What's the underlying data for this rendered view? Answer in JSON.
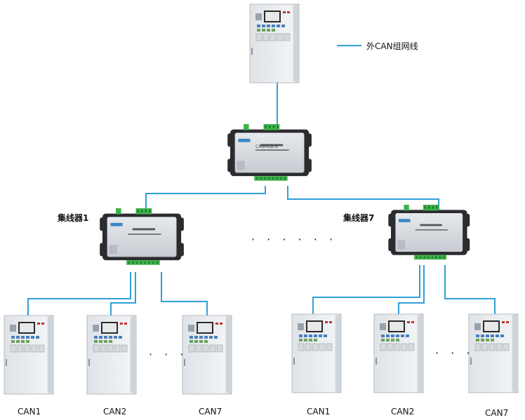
{
  "legend": {
    "line_label": "外CAN组网线",
    "line_color": "#2f9fd8"
  },
  "hubs": {
    "top_device_text": "CANHUB-8",
    "left_label": "集线器1",
    "right_label": "集线器7",
    "middle_dots": "· · · · · ·"
  },
  "panels": {
    "left_labels": [
      "CAN1",
      "CAN2",
      "CAN7"
    ],
    "right_labels": [
      "CAN1",
      "CAN2",
      "CAN7"
    ],
    "left_dots": "· · ·",
    "right_dots": "· · ·"
  },
  "colors": {
    "cable": "#2f9fd8",
    "hub_body": "#2c2c30",
    "hub_face": "#d9dde2",
    "terminal": "#3cb34a",
    "cabinet": "#e9ecef"
  }
}
